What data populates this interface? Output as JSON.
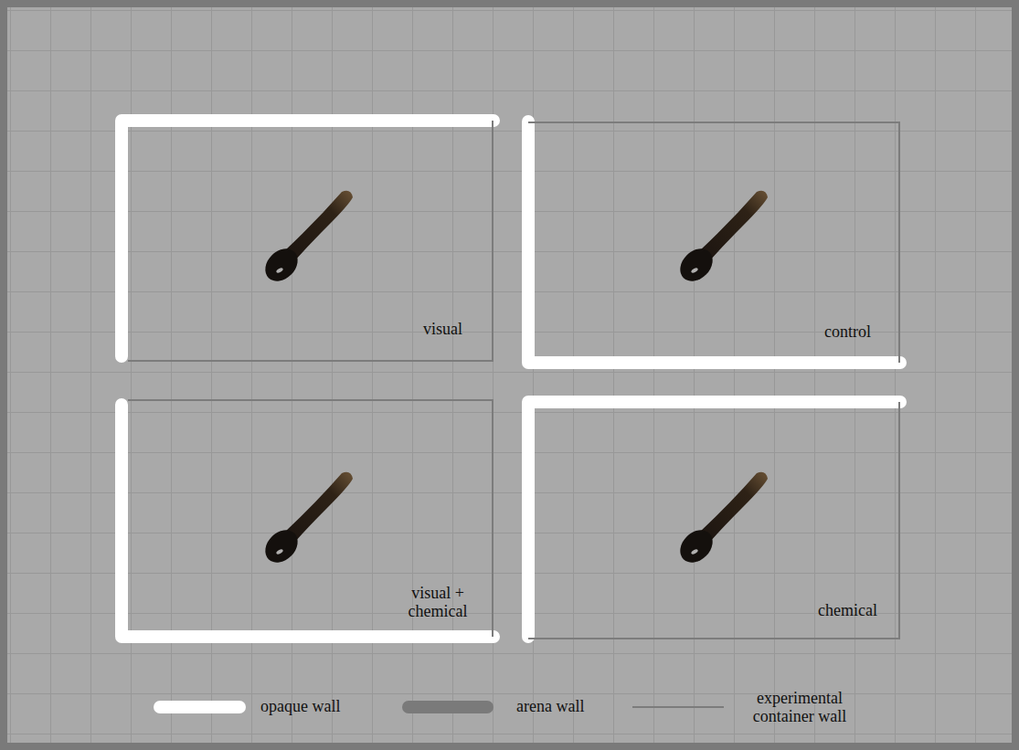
{
  "diagram": {
    "nodes": [
      {
        "text": [
          "visual"
        ]
      },
      {
        "text": [
          "control"
        ]
      },
      {
        "text": [
          "visual + chemical"
        ]
      },
      {
        "text": [
          "chemical"
        ]
      }
    ],
    "legend": [
      {
        "text": "opaque wall"
      },
      {
        "text": "arena wall"
      },
      {
        "text": "experimental container wall"
      }
    ]
  }
}
